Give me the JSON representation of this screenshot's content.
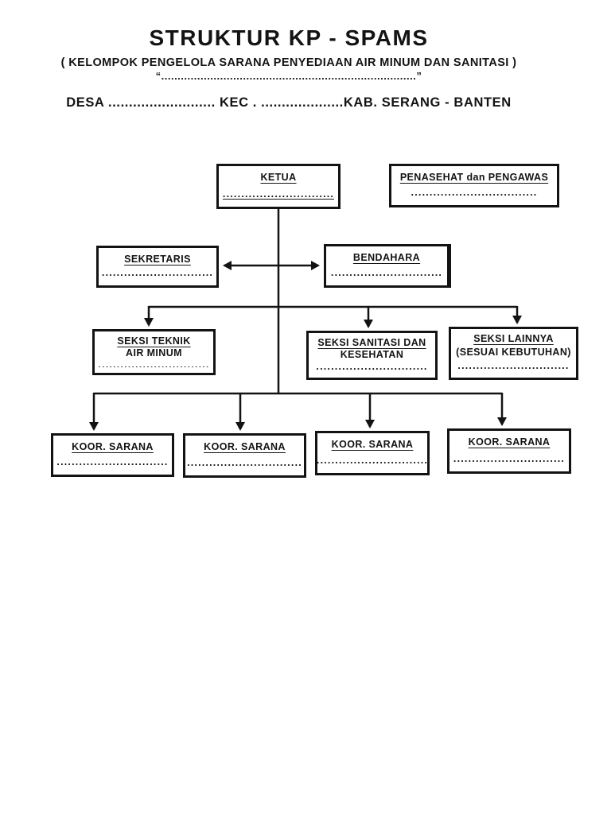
{
  "header": {
    "title": "STRUKTUR KP - SPAMS",
    "subtitle": "( KELOMPOK PENGELOLA SARANA PENYEDIAAN AIR MINUM DAN SANITASI )",
    "quote_line": "“..............................................................................”",
    "location_line": "DESA ..........................  KEC . ....................KAB. SERANG - BANTEN"
  },
  "org": {
    "ketua": {
      "title": "KETUA",
      "name_line": ".............................."
    },
    "penasehat": {
      "title": "PENASEHAT dan PENGAWAS",
      "name_line": ".................................."
    },
    "sekretaris": {
      "title": "SEKRETARIS",
      "name_line": ".............................."
    },
    "bendahara": {
      "title": "BENDAHARA",
      "name_line": ".............................."
    },
    "seksi_teknik": {
      "title": "SEKSI TEKNIK",
      "subtitle": "AIR MINUM",
      "name_line": ".............................."
    },
    "seksi_sanitasi": {
      "title": "SEKSI SANITASI DAN",
      "subtitle": "KESEHATAN",
      "name_line": ".............................."
    },
    "seksi_lainnya": {
      "title": "SEKSI LAINNYA",
      "subtitle": "(SESUAI KEBUTUHAN)",
      "name_line": ".............................."
    },
    "koor_sarana": [
      {
        "title": "KOOR. SARANA",
        "name_line": ".............................."
      },
      {
        "title": "KOOR. SARANA",
        "name_line": "..............................."
      },
      {
        "title": "KOOR. SARANA",
        "name_line": ".............................."
      },
      {
        "title": "KOOR. SARANA",
        "name_line": ".............................."
      }
    ]
  },
  "colors": {
    "ink": "#131313",
    "background": "#ffffff"
  }
}
